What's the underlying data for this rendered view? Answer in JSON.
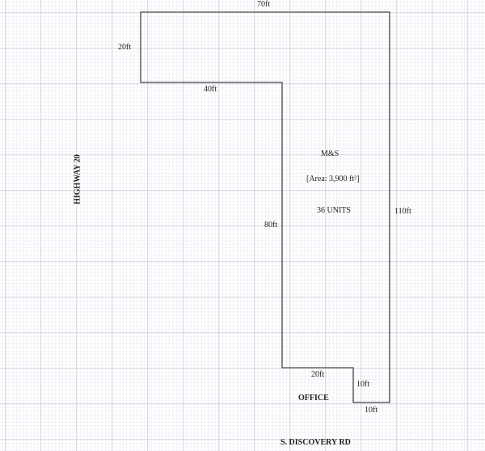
{
  "plan": {
    "dimensions": {
      "top": "70ft",
      "left_upper": "20ft",
      "inner_horizontal": "40ft",
      "inner_vertical": "80ft",
      "right": "110ft",
      "bottom_left": "20ft",
      "notch_vertical": "10ft",
      "bottom_right": "10ft"
    },
    "building_name": "M&S",
    "area": "[Area: 3,900 ft²]",
    "units": "36 UNITS",
    "office_label": "OFFICE"
  },
  "roads": {
    "west": "HIGHWAY 20",
    "south": "S. DISCOVERY RD"
  },
  "colors": {
    "grid_minor": "#d6d8e8",
    "grid_major": "#a9abbd",
    "outline": "#444444"
  }
}
